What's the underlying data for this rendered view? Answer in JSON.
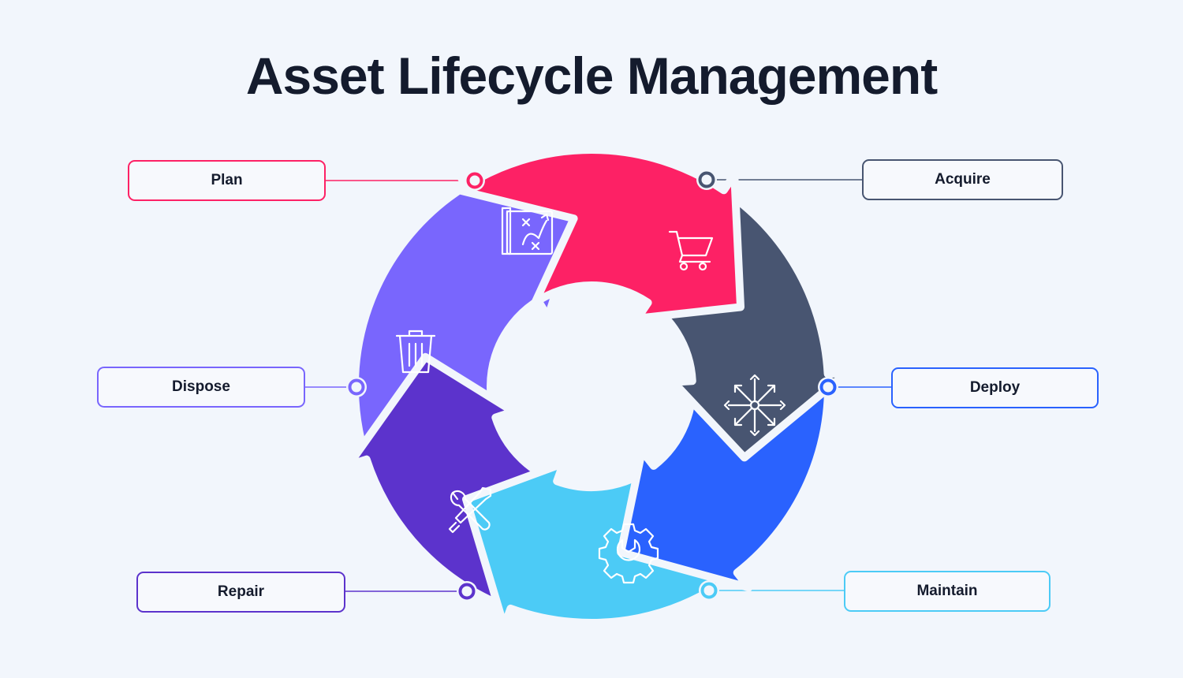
{
  "title": "Asset Lifecycle Management",
  "stages": [
    {
      "key": "plan",
      "label": "Plan",
      "color": "#fd2165",
      "icon": "blueprint-map-icon"
    },
    {
      "key": "acquire",
      "label": "Acquire",
      "color": "#485571",
      "icon": "shopping-cart-icon"
    },
    {
      "key": "deploy",
      "label": "Deploy",
      "color": "#2a62fe",
      "icon": "expand-arrows-icon"
    },
    {
      "key": "maintain",
      "label": "Maintain",
      "color": "#4ccbf6",
      "icon": "gear-wrench-icon"
    },
    {
      "key": "repair",
      "label": "Repair",
      "color": "#5c33cc",
      "icon": "wrench-screwdriver-icon"
    },
    {
      "key": "dispose",
      "label": "Dispose",
      "color": "#7966fd",
      "icon": "trash-can-icon"
    }
  ]
}
